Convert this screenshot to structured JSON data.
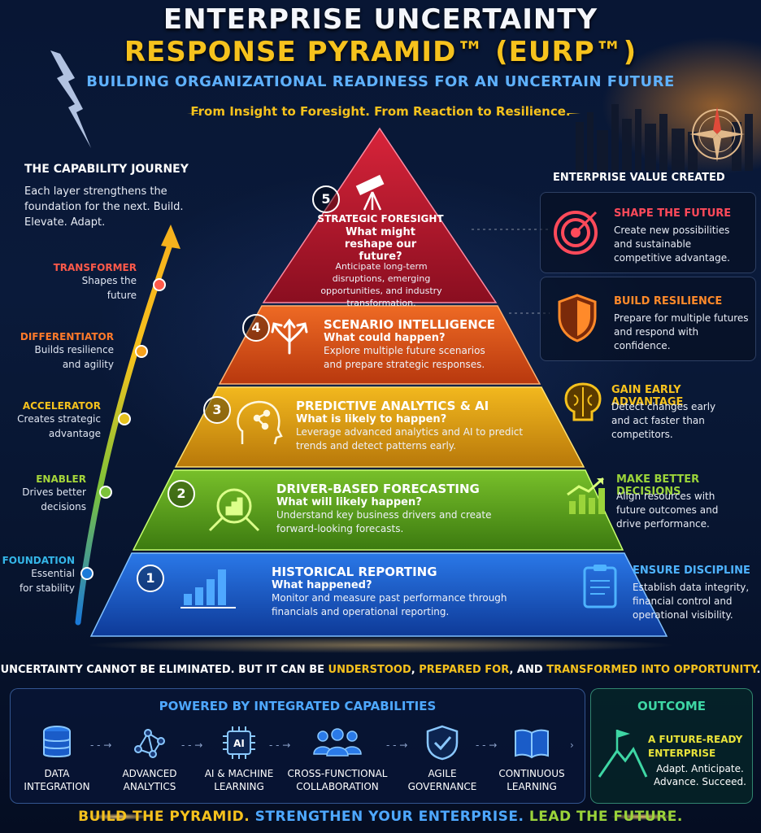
{
  "header": {
    "title_line1": "ENTERPRISE UNCERTAINTY",
    "title_line2": "RESPONSE PYRAMID™ (EURP™)",
    "subtitle": "BUILDING ORGANIZATIONAL READINESS FOR AN UNCERTAIN FUTURE",
    "tagline": "From Insight to Foresight. From Reaction to Resilience."
  },
  "journey": {
    "title": "THE CAPABILITY JOURNEY",
    "description": "Each layer strengthens the foundation for the next. Build. Elevate. Adapt.",
    "stages": [
      {
        "name": "TRANSFORMER",
        "desc": "Shapes the future",
        "color": "#ff5a4a"
      },
      {
        "name": "DIFFERENTIATOR",
        "desc": "Builds resilience and agility",
        "color": "#ff7a2a"
      },
      {
        "name": "ACCELERATOR",
        "desc": "Creates strategic advantage",
        "color": "#f6c21d"
      },
      {
        "name": "ENABLER",
        "desc": "Drives better decisions",
        "color": "#a6d63a"
      },
      {
        "name": "FOUNDATION",
        "desc": "Essential for stability",
        "color": "#35b6e8"
      }
    ]
  },
  "pyramid": {
    "layers": [
      {
        "number": "5",
        "title": "STRATEGIC FORESIGHT",
        "question": "What might reshape our future?",
        "desc": "Anticipate long-term disruptions, emerging opportunities, and industry transformation.",
        "icon": "telescope-icon",
        "color": "#b3142a"
      },
      {
        "number": "4",
        "title": "SCENARIO INTELLIGENCE",
        "question": "What could happen?",
        "desc": "Explore multiple future scenarios and prepare strategic responses.",
        "icon": "branching-arrows-icon",
        "color": "#d8501a"
      },
      {
        "number": "3",
        "title": "PREDICTIVE ANALYTICS & AI",
        "question": "What is likely to happen?",
        "desc": "Leverage advanced analytics and AI to predict trends and detect patterns early.",
        "icon": "ai-head-icon",
        "color": "#e0a414"
      },
      {
        "number": "2",
        "title": "DRIVER-BASED FORECASTING",
        "question": "What will likely happen?",
        "desc": "Understand key business drivers and create forward-looking forecasts.",
        "icon": "magnifier-chart-icon",
        "color": "#5c9e1c"
      },
      {
        "number": "1",
        "title": "HISTORICAL REPORTING",
        "question": "What happened?",
        "desc": "Monitor and measure past performance through financials and operational reporting.",
        "icon": "bar-chart-icon",
        "color": "#1a5cc8"
      }
    ]
  },
  "values": {
    "title": "ENTERPRISE VALUE CREATED",
    "items": [
      {
        "name": "SHAPE THE FUTURE",
        "desc": "Create new possibilities and sustainable competitive advantage.",
        "icon": "target-icon",
        "color": "#ff4a5a"
      },
      {
        "name": "BUILD RESILIENCE",
        "desc": "Prepare for multiple futures and respond with confidence.",
        "icon": "shield-icon",
        "color": "#ff8a2a"
      },
      {
        "name": "GAIN EARLY ADVANTAGE",
        "desc": "Detect changes early and act faster than competitors.",
        "icon": "brain-icon",
        "color": "#f6c21d"
      },
      {
        "name": "MAKE BETTER DECISIONS",
        "desc": "Align resources with future outcomes and drive performance.",
        "icon": "growth-chart-icon",
        "color": "#9bd43a"
      },
      {
        "name": "ENSURE DISCIPLINE",
        "desc": "Establish data integrity, financial control and operational visibility.",
        "icon": "clipboard-icon",
        "color": "#4eb3ff"
      }
    ]
  },
  "statement": {
    "part1": "UNCERTAINTY CANNOT BE ELIMINATED. BUT IT CAN BE ",
    "hl1": "UNDERSTOOD",
    "sep1": ", ",
    "hl2": "PREPARED FOR",
    "part2": ", AND ",
    "hl3": "TRANSFORMED INTO OPPORTUNITY",
    "part3": "."
  },
  "capabilities": {
    "title": "POWERED BY INTEGRATED CAPABILITIES",
    "items": [
      {
        "label1": "DATA",
        "label2": "INTEGRATION",
        "icon": "database-icon"
      },
      {
        "label1": "ADVANCED",
        "label2": "ANALYTICS",
        "icon": "network-icon"
      },
      {
        "label1": "AI & MACHINE",
        "label2": "LEARNING",
        "icon": "ai-chip-icon",
        "chip_text": "AI"
      },
      {
        "label1": "CROSS-FUNCTIONAL",
        "label2": "COLLABORATION",
        "icon": "team-icon"
      },
      {
        "label1": "AGILE",
        "label2": "GOVERNANCE",
        "icon": "shield-check-icon"
      },
      {
        "label1": "CONTINUOUS",
        "label2": "LEARNING",
        "icon": "book-icon"
      }
    ]
  },
  "outcome": {
    "title": "OUTCOME",
    "headline": "A FUTURE-READY ENTERPRISE",
    "sub": "Adapt. Anticipate. Advance. Succeed.",
    "icon": "mountain-flag-icon"
  },
  "closing": {
    "p1": "BUILD THE PYRAMID.",
    "p2": " STRENGTHEN YOUR ENTERPRISE.",
    "p3": " LEAD THE FUTURE.",
    "c1": "#f6c21d",
    "c2": "#4ea8ff",
    "c3": "#9bd43a"
  }
}
